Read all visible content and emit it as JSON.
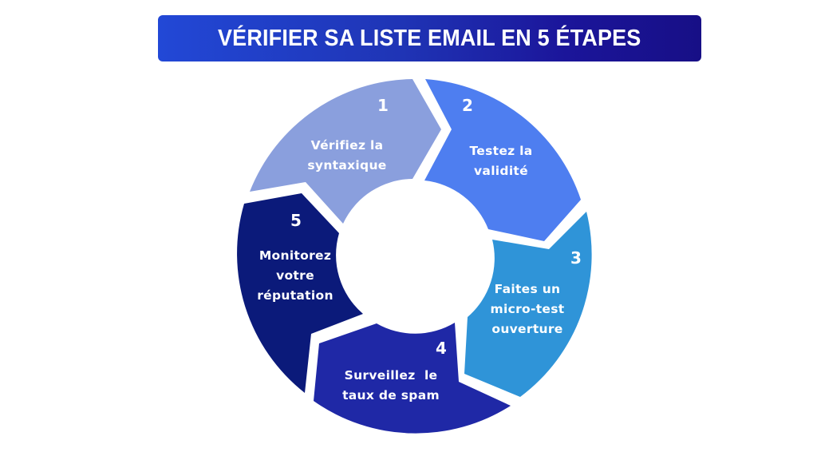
{
  "title": "VÉRIFIER SA LISTE EMAIL EN 5 ÉTAPES",
  "colors": {
    "title_gradient_start": "#2248d6",
    "title_gradient_end": "#170f86",
    "step1": "#8a9fdd",
    "step2": "#4e7ef0",
    "step3": "#2f94d8",
    "step4": "#1f28a6",
    "step5": "#0b1a7a",
    "text": "#ffffff"
  },
  "steps": [
    {
      "number": "1",
      "label": "Vérifiez la\nsyntaxique"
    },
    {
      "number": "2",
      "label": "Testez la\nvalidité"
    },
    {
      "number": "3",
      "label": "Faites un\nmicro-test\nouverture"
    },
    {
      "number": "4",
      "label": "Surveillez  le\ntaux de spam"
    },
    {
      "number": "5",
      "label": "Monitorez\nvotre\nréputation"
    }
  ]
}
